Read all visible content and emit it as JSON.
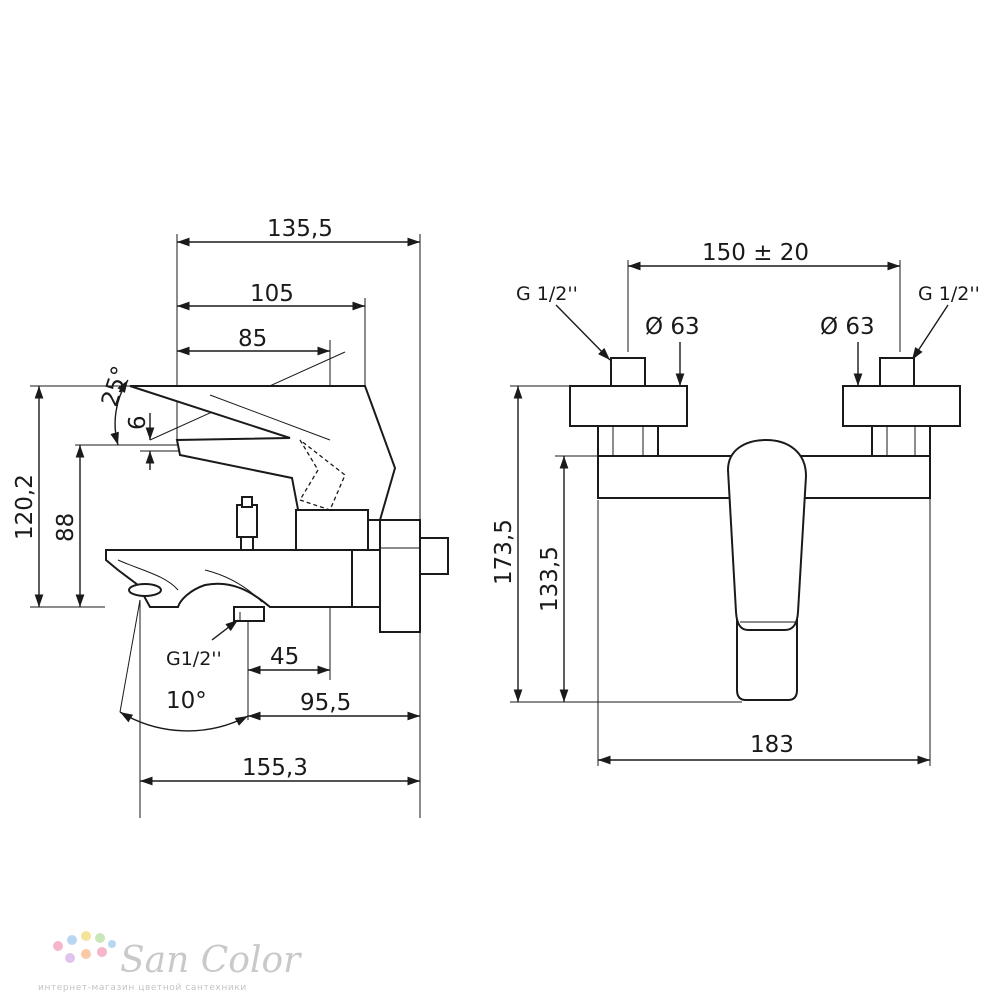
{
  "side_view": {
    "dims": {
      "total_top": "135,5",
      "body_width": "105",
      "handle_width": "85",
      "angle_handle": "25°",
      "handle_offset": "6",
      "height_total": "120,2",
      "height_spout": "88",
      "inlet_thread": "G1/2''",
      "inlet_offset": "45",
      "spout_angle": "10°",
      "spout_reach": "95,5",
      "total_bottom": "155,3"
    }
  },
  "front_view": {
    "dims": {
      "center_distance": "150 ± 20",
      "thread_left": "G 1/2''",
      "thread_right": "G 1/2''",
      "rosette_left": "Ø 63",
      "rosette_right": "Ø 63",
      "height_total": "173,5",
      "height_body": "133,5",
      "width_total": "183"
    }
  },
  "watermark": {
    "brand": "San Color",
    "tagline": "интернет-магазин цветной сантехники",
    "dot_colors": [
      "#f4b6c8",
      "#b9d7f2",
      "#f6e39a",
      "#c9e7b8",
      "#e0c4ee",
      "#f9c9a6"
    ]
  }
}
